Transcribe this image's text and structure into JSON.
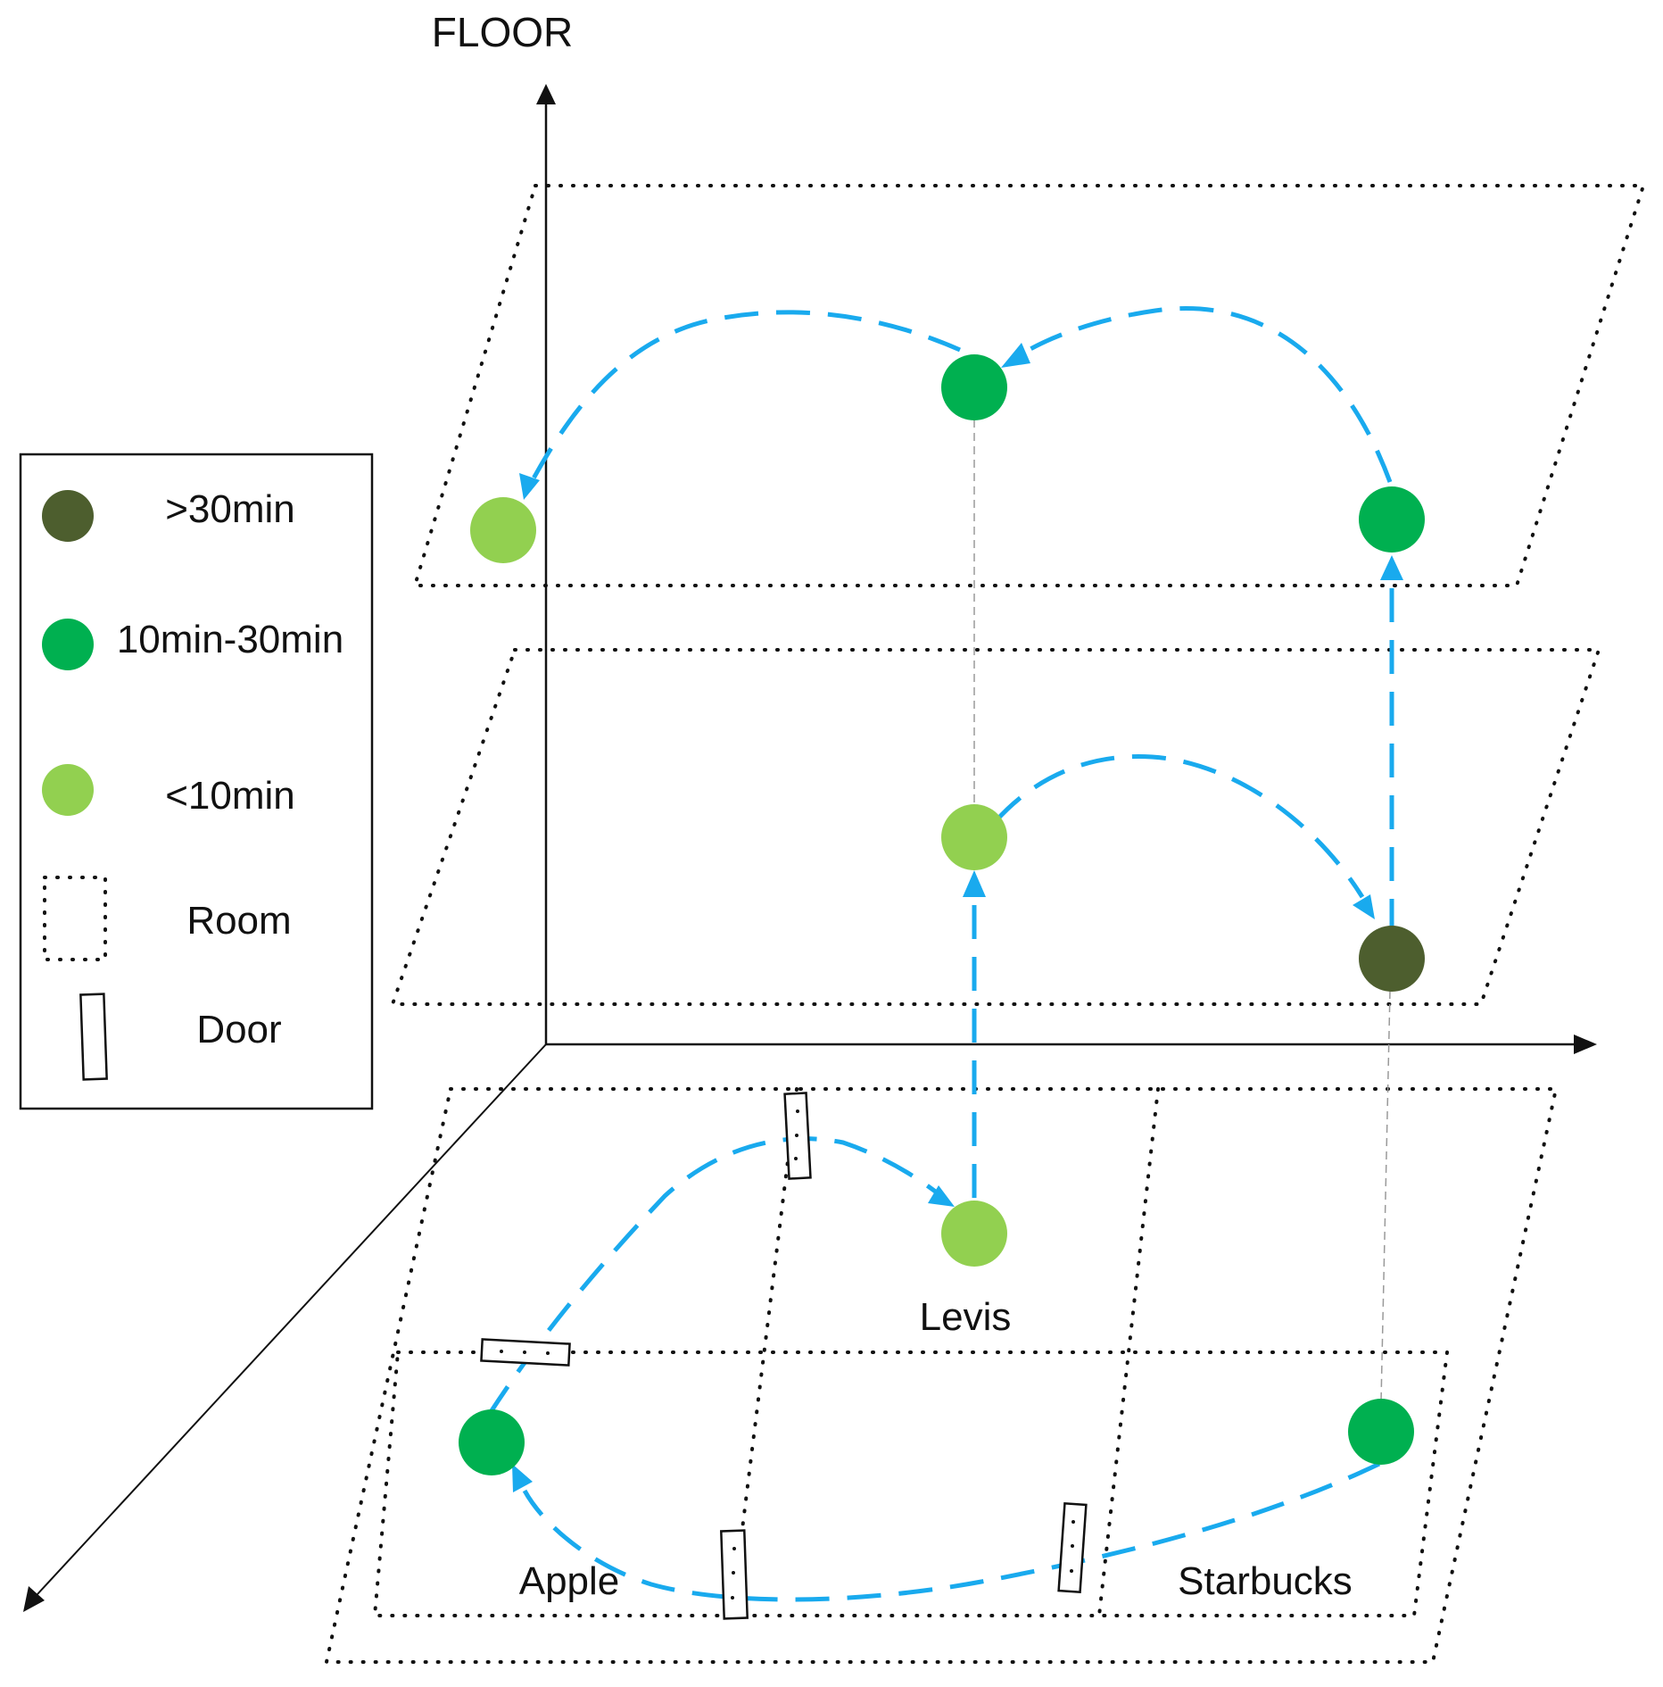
{
  "axis": {
    "vertical_label": "FLOOR"
  },
  "legend": {
    "items": [
      {
        "kind": "dwell",
        "label": ">30min",
        "color": "#4d5e2e"
      },
      {
        "kind": "dwell",
        "label": "10min-30min",
        "color": "#00b050"
      },
      {
        "kind": "dwell",
        "label": "<10min",
        "color": "#92d050"
      },
      {
        "kind": "symbol",
        "label": "Room",
        "icon": "dotted-room-icon"
      },
      {
        "kind": "symbol",
        "label": "Door",
        "icon": "door-icon"
      }
    ]
  },
  "rooms": {
    "apple": "Apple",
    "levis": "Levis",
    "starbucks": "Starbucks"
  },
  "colors": {
    "path": "#19aaee",
    "long_stay": "#4d5e2e",
    "mid_stay": "#00b050",
    "short_stay": "#92d050"
  }
}
